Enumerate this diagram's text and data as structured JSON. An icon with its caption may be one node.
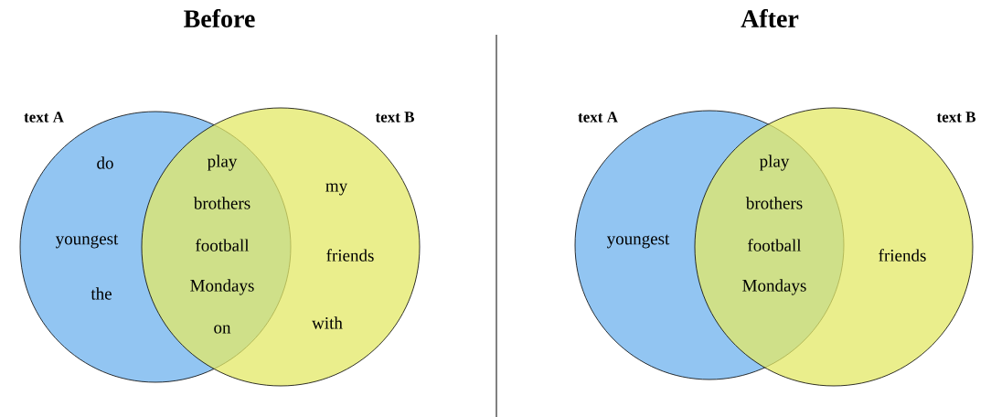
{
  "diagram": {
    "nodes": [
      {
        "text": [
          "text A"
        ]
      },
      {
        "text": [
          "text B"
        ]
      },
      {
        "text": [
          "text A"
        ]
      },
      {
        "text": [
          "text B"
        ]
      }
    ],
    "labels": [
      "Before",
      "After",
      "do",
      "youngest",
      "the",
      "play",
      "brothers",
      "football",
      "Mondays",
      "on",
      "my",
      "friends",
      "with",
      "youngest",
      "play",
      "brothers",
      "football",
      "Mondays",
      "friends"
    ]
  }
}
